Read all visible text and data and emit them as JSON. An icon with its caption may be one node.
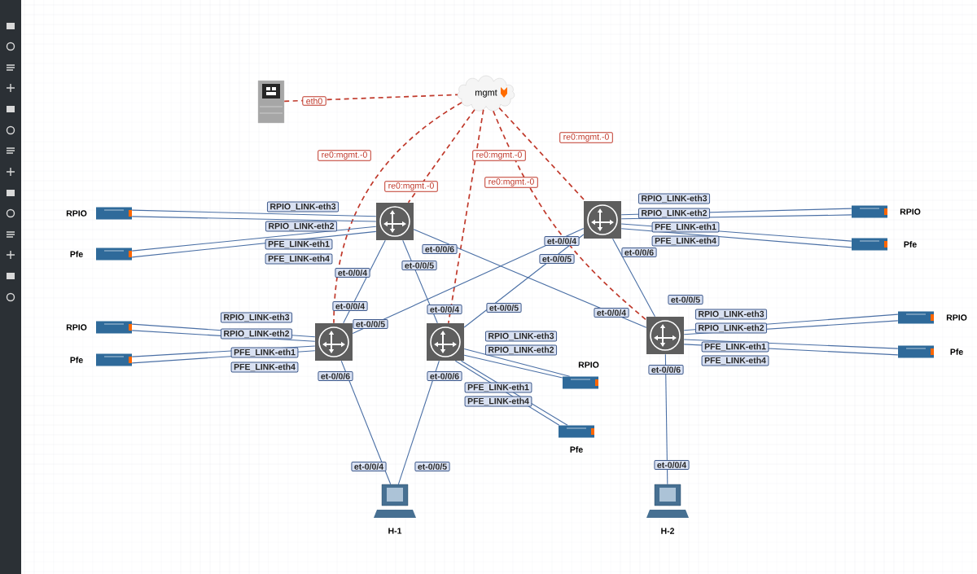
{
  "diagram": {
    "nodes": [
      {
        "text": [],
        "shape": "picture"
      },
      {
        "text": [
          "mgmt"
        ]
      },
      {
        "text": [],
        "shape": "picture"
      },
      {
        "text": [],
        "shape": "picture"
      },
      {
        "text": [],
        "shape": "picture"
      },
      {
        "text": [],
        "shape": "picture"
      },
      {
        "text": [],
        "shape": "picture"
      },
      {
        "text": [
          "RPIO"
        ]
      },
      {
        "text": [
          "Pfe"
        ]
      },
      {
        "text": [
          "RPIO"
        ]
      },
      {
        "text": [
          "Pfe"
        ]
      },
      {
        "text": [
          "RPIO"
        ]
      },
      {
        "text": [
          "Pfe"
        ]
      },
      {
        "text": [
          "RPIO"
        ]
      },
      {
        "text": [
          "Pfe"
        ]
      },
      {
        "text": [
          "RPIO"
        ]
      },
      {
        "text": [
          "Pfe"
        ]
      },
      {
        "text": [
          "H-1"
        ]
      },
      {
        "text": [
          "H-2"
        ]
      }
    ],
    "edges": [
      {
        "from": 0,
        "to": 1,
        "arrow": "none",
        "label": "eth0",
        "style": "dashed",
        "color": "#c0392b"
      },
      {
        "from": 1,
        "to": 4,
        "arrow": "none",
        "label": "re0:mgmt.-0",
        "style": "dashed",
        "color": "#c0392b"
      },
      {
        "from": 1,
        "to": 2,
        "arrow": "none",
        "label": "re0:mgmt.-0",
        "style": "dashed",
        "color": "#c0392b"
      },
      {
        "from": 1,
        "to": 5,
        "arrow": "none",
        "label": "re0:mgmt.-0",
        "style": "dashed",
        "color": "#c0392b"
      },
      {
        "from": 1,
        "to": 6,
        "arrow": "none",
        "label": "re0:mgmt.-0",
        "style": "dashed",
        "color": "#c0392b"
      },
      {
        "from": 1,
        "to": 3,
        "arrow": "none",
        "label": "re0:mgmt.-0",
        "style": "dashed",
        "color": "#c0392b"
      },
      {
        "from": 2,
        "to": 4,
        "arrow": "none",
        "label": "et-0/0/4"
      },
      {
        "from": 2,
        "to": 5,
        "arrow": "none",
        "label": "et-0/0/5"
      },
      {
        "from": 2,
        "to": 6,
        "arrow": "none",
        "label": "et-0/0/6"
      },
      {
        "from": 3,
        "to": 4,
        "arrow": "none",
        "label": "et-0/0/4"
      },
      {
        "from": 3,
        "to": 5,
        "arrow": "none",
        "label": "et-0/0/5"
      },
      {
        "from": 3,
        "to": 6,
        "arrow": "none",
        "label": "et-0/0/6"
      },
      {
        "from": 4,
        "to": 17,
        "arrow": "none",
        "label": "et-0/0/6"
      },
      {
        "from": 5,
        "to": 17,
        "arrow": "none",
        "label": "et-0/0/6"
      },
      {
        "from": 6,
        "to": 18,
        "arrow": "none",
        "label": "et-0/0/6"
      },
      {
        "from": 2,
        "to": 7,
        "arrow": "none",
        "label": "RPIO_LINK-eth3"
      },
      {
        "from": 2,
        "to": 7,
        "arrow": "none",
        "label": "RPIO_LINK-eth2"
      },
      {
        "from": 2,
        "to": 8,
        "arrow": "none",
        "label": "PFE_LINK-eth1"
      },
      {
        "from": 2,
        "to": 8,
        "arrow": "none",
        "label": "PFE_LINK-eth4"
      },
      {
        "from": 3,
        "to": 9,
        "arrow": "none",
        "label": "RPIO_LINK-eth3"
      },
      {
        "from": 3,
        "to": 9,
        "arrow": "none",
        "label": "RPIO_LINK-eth2"
      },
      {
        "from": 3,
        "to": 10,
        "arrow": "none",
        "label": "PFE_LINK-eth1"
      },
      {
        "from": 3,
        "to": 10,
        "arrow": "none",
        "label": "PFE_LINK-eth4"
      },
      {
        "from": 4,
        "to": 11,
        "arrow": "none",
        "label": "RPIO_LINK-eth3"
      },
      {
        "from": 4,
        "to": 11,
        "arrow": "none",
        "label": "RPIO_LINK-eth2"
      },
      {
        "from": 4,
        "to": 12,
        "arrow": "none",
        "label": "PFE_LINK-eth1"
      },
      {
        "from": 4,
        "to": 12,
        "arrow": "none",
        "label": "PFE_LINK-eth4"
      },
      {
        "from": 5,
        "to": 13,
        "arrow": "none",
        "label": "RPIO_LINK-eth3"
      },
      {
        "from": 5,
        "to": 13,
        "arrow": "none",
        "label": "RPIO_LINK-eth2"
      },
      {
        "from": 5,
        "to": 14,
        "arrow": "none",
        "label": "PFE_LINK-eth1"
      },
      {
        "from": 5,
        "to": 14,
        "arrow": "none",
        "label": "PFE_LINK-eth4"
      },
      {
        "from": 6,
        "to": 15,
        "arrow": "none",
        "label": "RPIO_LINK-eth3"
      },
      {
        "from": 6,
        "to": 15,
        "arrow": "none",
        "label": "RPIO_LINK-eth2"
      },
      {
        "from": 6,
        "to": 16,
        "arrow": "none",
        "label": "PFE_LINK-eth1"
      },
      {
        "from": 6,
        "to": 16,
        "arrow": "none",
        "label": "PFE_LINK-eth4"
      }
    ],
    "labels": [
      "et-0/0/4",
      "et-0/0/5",
      "et-0/0/4",
      "et-0/0/5",
      "et-0/0/4",
      "et-0/0/5",
      "et-0/0/4",
      "et-0/0/5",
      "et-0/0/4"
    ]
  }
}
